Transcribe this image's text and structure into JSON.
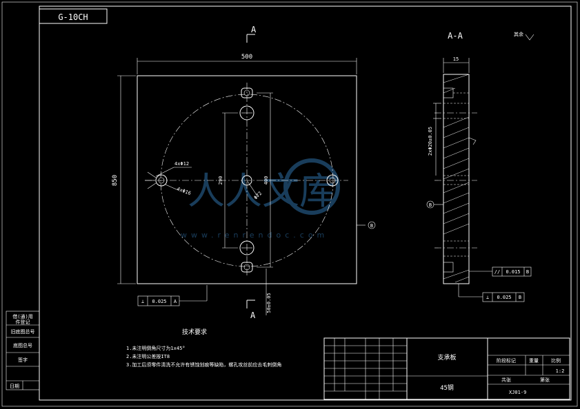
{
  "drawing_code": "G-10CH",
  "section_marker": "A",
  "section_title": "A-A",
  "surface_rest": "其余",
  "dims": {
    "width": "500",
    "height": "850",
    "inner_vertical": "290",
    "outer_vertical": "400",
    "hole_a": "4xΦ12",
    "hole_b": "4xΦ16",
    "center_hole": "Φ72",
    "thickness": "15",
    "bore_fit": "2xΦ20±0.05",
    "offset": "50±0.05"
  },
  "tolerance_frames": {
    "left": {
      "symbol": "⊥",
      "value": "0.025",
      "datum": "A"
    },
    "right_top": {
      "symbol": "//",
      "value": "0.015",
      "datum": "B"
    },
    "right_bottom": {
      "symbol": "⊥",
      "value": "0.025",
      "datum": "B"
    }
  },
  "datum_b": "B",
  "watermark": {
    "text": "人人文库",
    "url": "www.renrendoc.com"
  },
  "notes": {
    "heading": "技术要求",
    "items": [
      "1.未注明倒角尺寸为1x45°",
      "2.未注明公差按IT8",
      "3.加工后须零件清洗不允许有锈蚀划痕等缺陷，螺孔攻丝前应去毛刺倒角"
    ]
  },
  "title_block": {
    "part_name": "支承板",
    "material": "45钢",
    "drawing_no": "XJ01-9",
    "scale": "1:2",
    "stage_label": "阶段标记",
    "weight_label": "重量",
    "scale_label": "比例",
    "sheet_total": "共张",
    "sheet_no": "第张"
  },
  "side_labels": [
    "借(通)用",
    "件登记",
    "旧底图总号",
    "底图总号",
    "签字",
    "日期"
  ]
}
